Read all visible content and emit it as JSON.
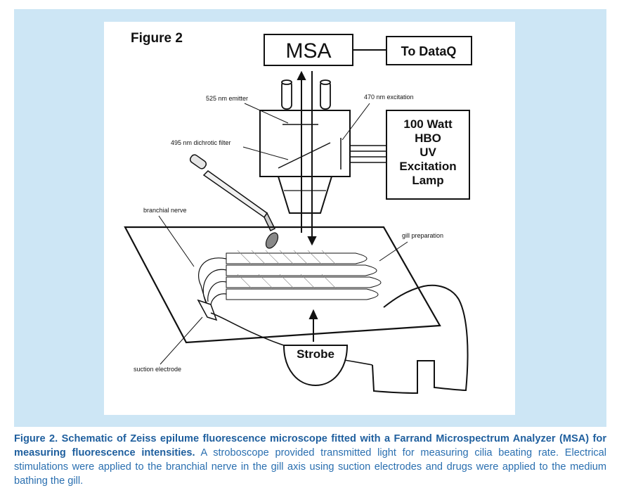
{
  "figure": {
    "title": "Figure 2",
    "labels": {
      "msa": "MSA",
      "to_dataq": "To DataQ",
      "emitter": "525 nm emitter",
      "excitation": "470 nm excitation",
      "dichroic": "495 nm dichrotic filter",
      "lamp_line1": "100 Watt",
      "lamp_line2": "HBO",
      "lamp_line3": "UV",
      "lamp_line4": "Excitation",
      "lamp_line5": "Lamp",
      "branchial_nerve": "branchial nerve",
      "gill_preparation": "gill preparation",
      "suction_electrode": "suction electrode",
      "strobe": "Strobe"
    }
  },
  "caption": {
    "bold": "Figure 2. Schematic of Zeiss epilume fluorescence microscope fitted with a Farrand Microspectrum Analyzer (MSA) for measuring fluorescence intensities.",
    "text": " A stroboscope provided transmitted light for measuring cilia beating rate. Electrical stimulations were applied to the branchial nerve in the gill axis using suction electrodes and drugs were applied to the medium bathing the gill."
  },
  "colors": {
    "panel_bg": "#cde6f5",
    "caption_text": "#2a6fb0"
  }
}
